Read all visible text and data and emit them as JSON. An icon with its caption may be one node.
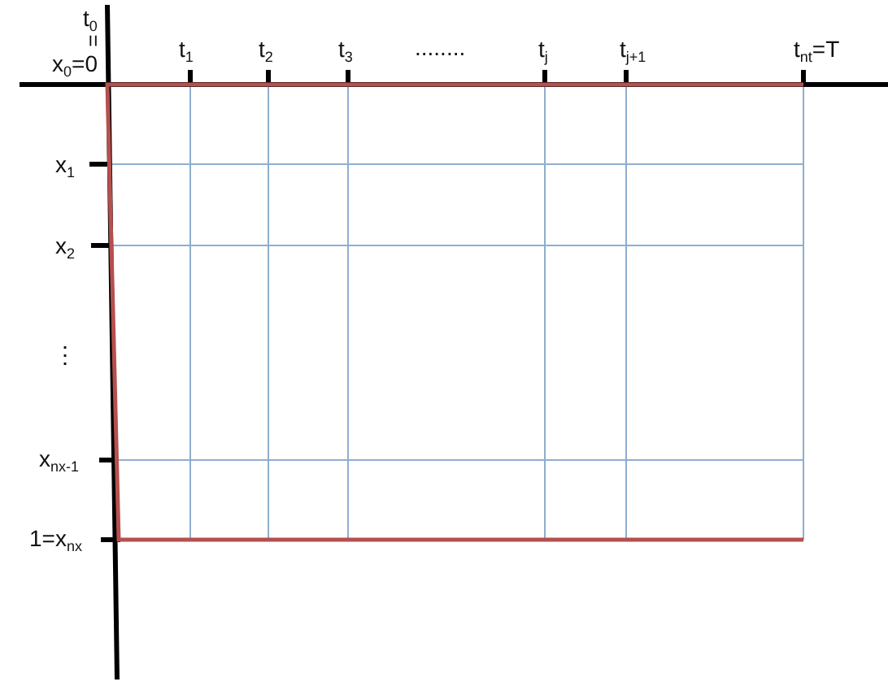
{
  "diagram": {
    "labels": [
      "t$_{0}$",
      "=",
      "x$_{0}$=0",
      "t$_{1}$",
      "t$_{2}$",
      "t$_{3}$",
      "........",
      "t$_{j}$",
      "t$_{j+1}$",
      "t$_{nt}$=T",
      "x$_{1}$",
      "x$_{2}$",
      "⋮",
      "x$_{nx-1}$",
      "1=x$_{nx}$"
    ]
  }
}
